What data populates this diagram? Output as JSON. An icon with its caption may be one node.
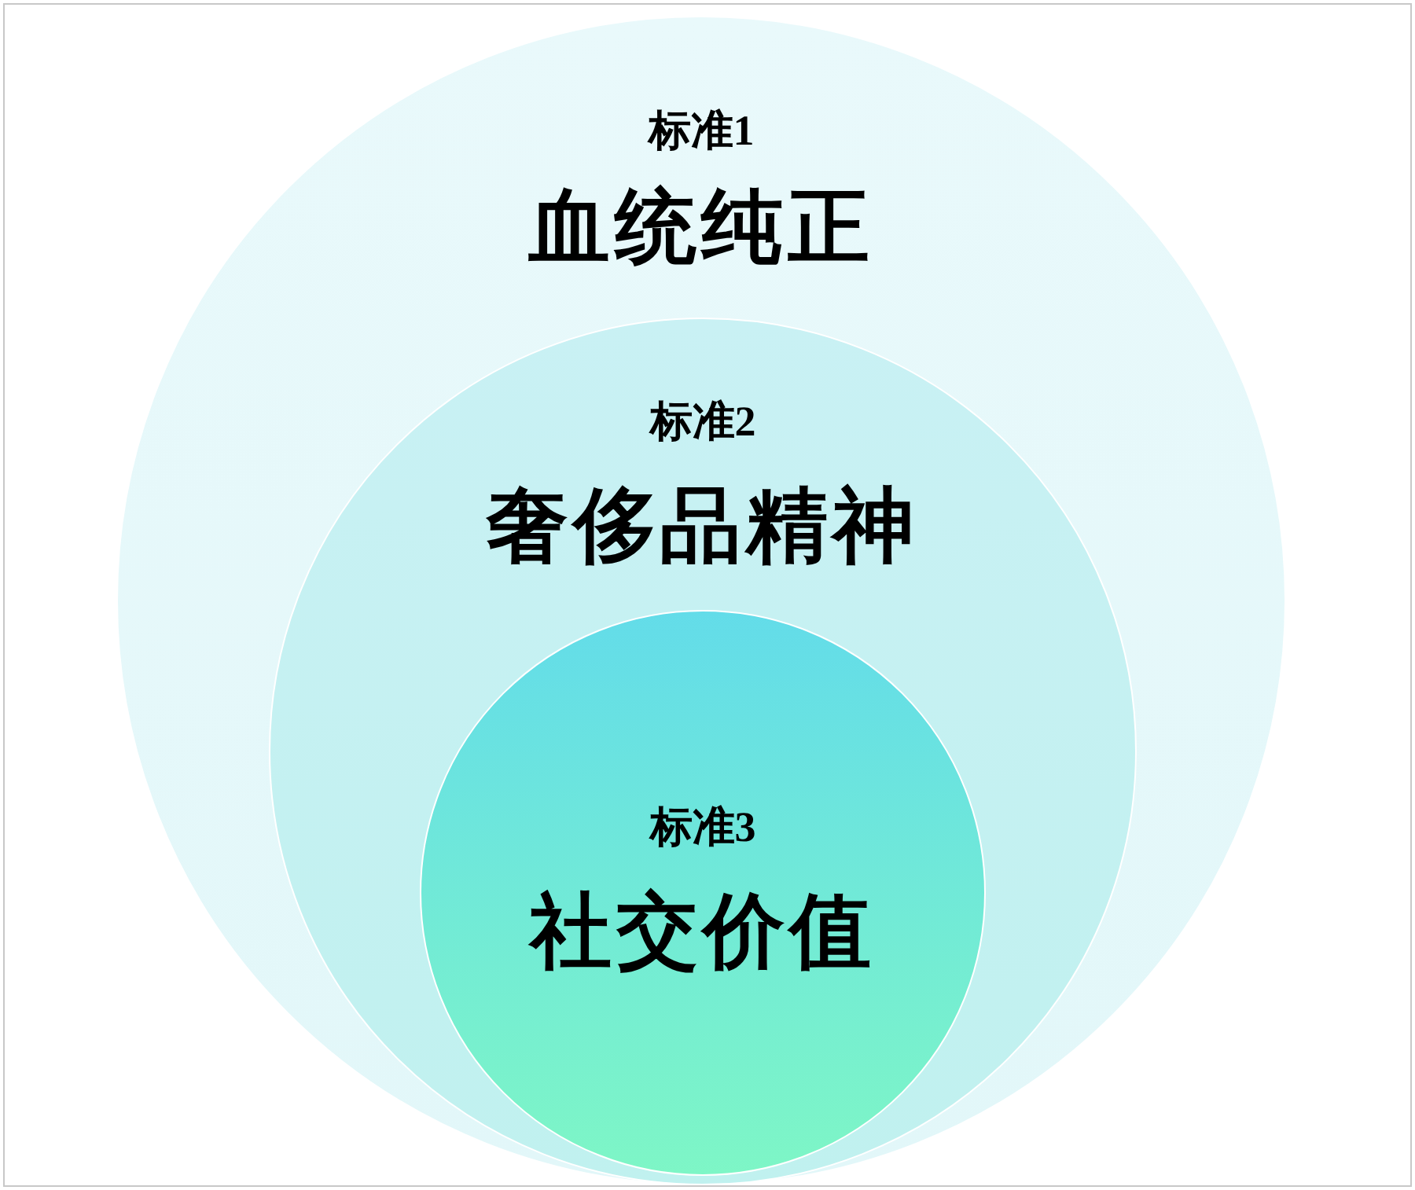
{
  "diagram": {
    "nodes": [
      {
        "text": [
          "标准1",
          "血统纯正"
        ]
      },
      {
        "text": [
          "标准2",
          "奢侈品精神"
        ],
        "in": 0
      },
      {
        "text": [
          "标准3",
          "社交价值"
        ],
        "in": 1
      }
    ]
  }
}
